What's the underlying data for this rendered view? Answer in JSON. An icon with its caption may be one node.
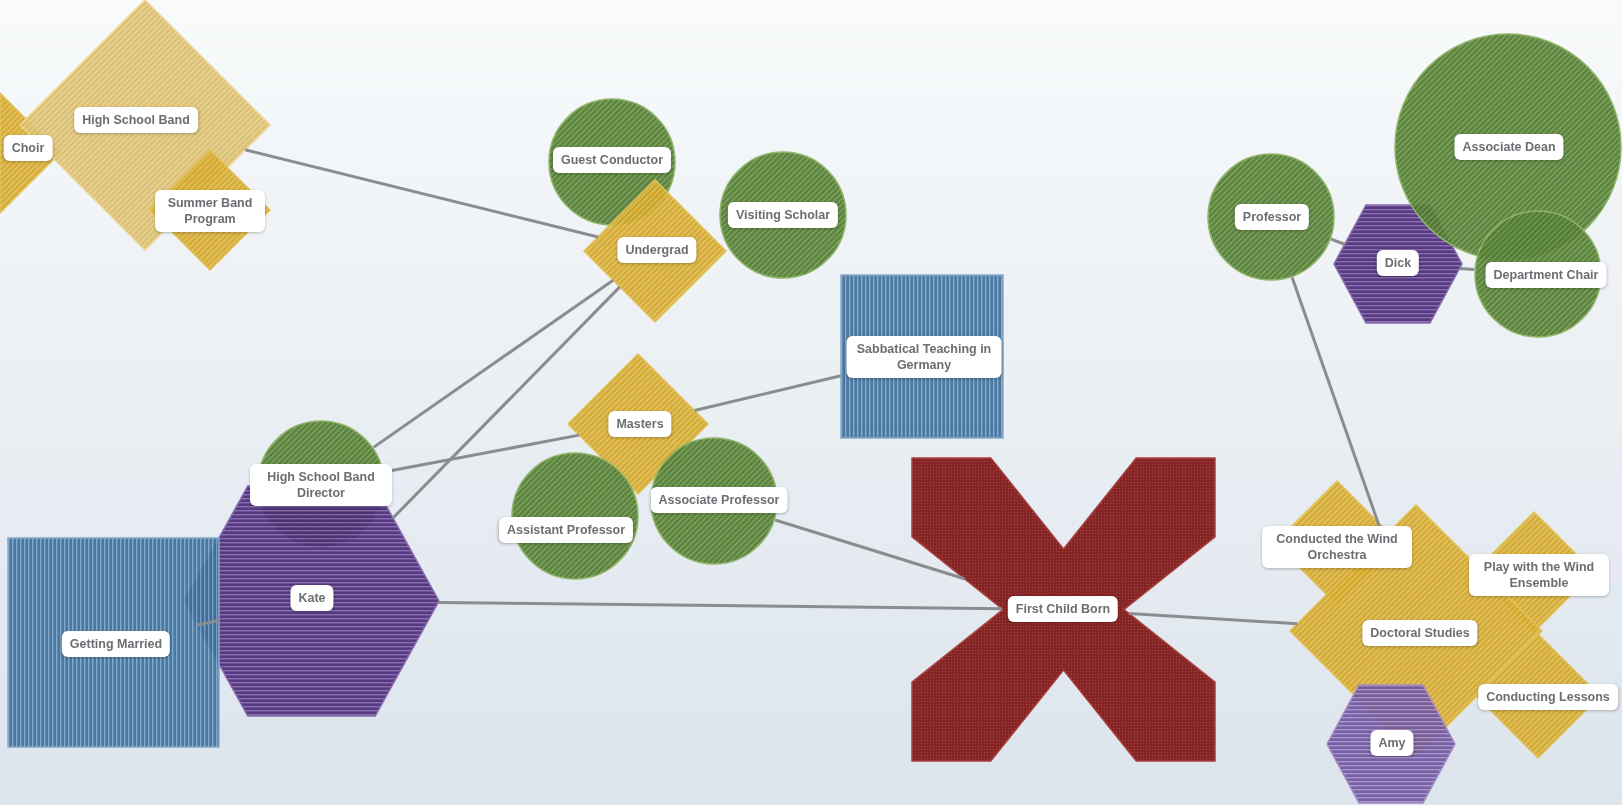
{
  "diagram": {
    "nodes": [
      {
        "text": [
          "Choir"
        ]
      },
      {
        "text": [
          "High School Band"
        ]
      },
      {
        "text": [
          "Summer Band Program"
        ]
      },
      {
        "text": [
          "Guest Conductor"
        ]
      },
      {
        "text": [
          "Undergrad"
        ]
      },
      {
        "text": [
          "Visiting Scholar"
        ]
      },
      {
        "text": [
          "Sabbatical Teaching in Germany"
        ]
      },
      {
        "text": [
          "Masters"
        ]
      },
      {
        "text": [
          "High School Band Director"
        ]
      },
      {
        "text": [
          "Assistant Professor"
        ]
      },
      {
        "text": [
          "Associate Professor"
        ]
      },
      {
        "text": [
          "Kate"
        ]
      },
      {
        "text": [
          "Getting Married"
        ]
      },
      {
        "text": [
          "First Child Born"
        ]
      },
      {
        "text": [
          "Professor"
        ]
      },
      {
        "text": [
          "Dick"
        ]
      },
      {
        "text": [
          "Associate Dean"
        ]
      },
      {
        "text": [
          "Department Chair"
        ]
      },
      {
        "text": [
          "Conducted the Wind Orchestra"
        ]
      },
      {
        "text": [
          "Play with the Wind Ensemble"
        ]
      },
      {
        "text": [
          "Doctoral Studies"
        ]
      },
      {
        "text": [
          "Conducting Lessons"
        ]
      },
      {
        "text": [
          "Amy"
        ]
      }
    ],
    "edges": [
      {
        "from": 1,
        "to": 4,
        "arrow": "none"
      },
      {
        "from": 4,
        "to": 8,
        "arrow": "none"
      },
      {
        "from": 4,
        "to": 11,
        "arrow": "none"
      },
      {
        "from": 8,
        "to": 7,
        "arrow": "none"
      },
      {
        "from": 7,
        "to": 6,
        "arrow": "none"
      },
      {
        "from": 10,
        "to": 13,
        "arrow": "none"
      },
      {
        "from": 12,
        "to": 11,
        "arrow": "none"
      },
      {
        "from": 11,
        "to": 13,
        "arrow": "none"
      },
      {
        "from": 13,
        "to": 20,
        "arrow": "none"
      },
      {
        "from": 14,
        "to": 15,
        "arrow": "none"
      },
      {
        "from": 15,
        "to": 17,
        "arrow": "none"
      },
      {
        "from": 14,
        "to": 20,
        "arrow": "none"
      }
    ]
  }
}
